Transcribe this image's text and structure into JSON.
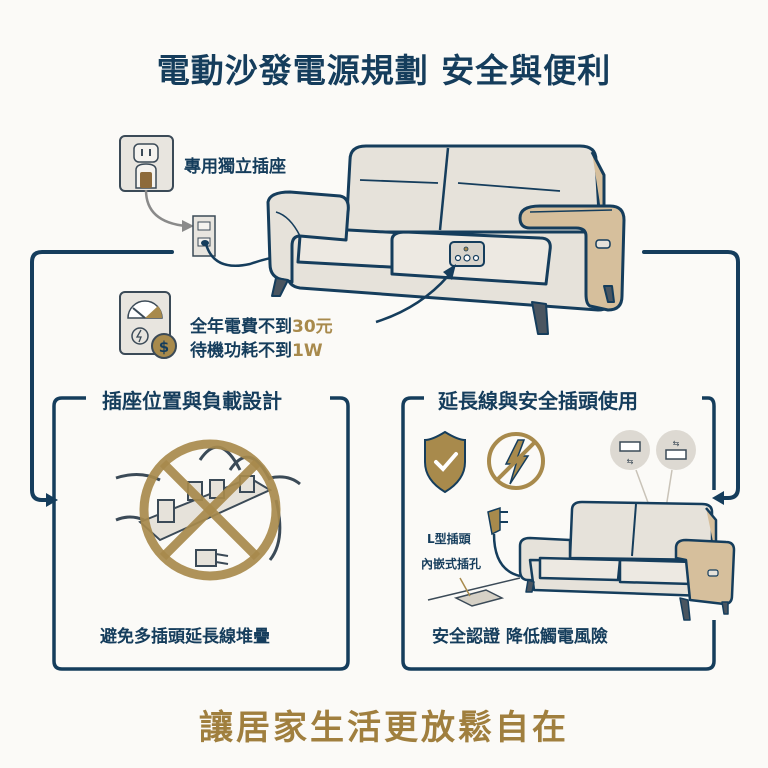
{
  "header": {
    "title": "電動沙發電源規劃 安全與便利"
  },
  "top": {
    "outlet_label": "專用獨立插座",
    "power_cost_prefix": "全年電費不到",
    "power_cost_value": "30元",
    "standby_prefix": "待機功耗不到",
    "standby_value": "1W"
  },
  "left_panel": {
    "title": "插座位置與負載設計",
    "caption": "避免多插頭延長線堆疊",
    "icon": "no-overloaded-power-strip-icon"
  },
  "right_panel": {
    "title": "延長線與安全插頭使用",
    "caption": "安全認證 降低觸電風險",
    "l_plug_label": "L型插頭",
    "recessed_socket_label": "內嵌式插孔",
    "icons": [
      "shield-check-icon",
      "no-shock-icon",
      "usb-port-icon",
      "usb-port-icon"
    ]
  },
  "footer": {
    "slogan": "讓居家生活更放鬆自在"
  },
  "colors": {
    "navy": "#153d5c",
    "gold": "#a88a4c",
    "cream": "#e6e2da",
    "tan": "#d6bf9c",
    "background": "#fbfaf7"
  }
}
